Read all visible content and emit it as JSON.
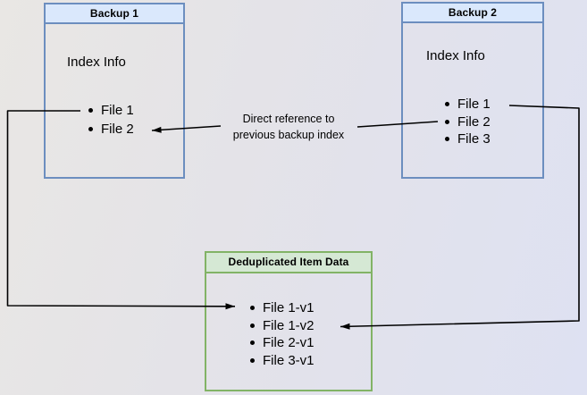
{
  "diagram": {
    "backup1": {
      "title": "Backup 1",
      "section_label": "Index Info",
      "files": [
        "File 1",
        "File 2"
      ]
    },
    "backup2": {
      "title": "Backup 2",
      "section_label": "Index Info",
      "files": [
        "File 1",
        "File 2",
        "File 3"
      ]
    },
    "dedup": {
      "title": "Deduplicated Item Data",
      "items": [
        "File 1-v1",
        "File 1-v2",
        "File 2-v1",
        "File 3-v1"
      ]
    },
    "annotation": {
      "line1": "Direct reference to",
      "line2": "previous backup index"
    }
  },
  "colors": {
    "blue_header_fill": "#dae8fc",
    "blue_border": "#6c8ebf",
    "green_header_fill": "#d5e8d4",
    "green_border": "#82b366",
    "arrow": "#000000",
    "text": "#000000",
    "background_top_left": "#e9e7e4",
    "background_bottom_right": "#dee1f2"
  }
}
